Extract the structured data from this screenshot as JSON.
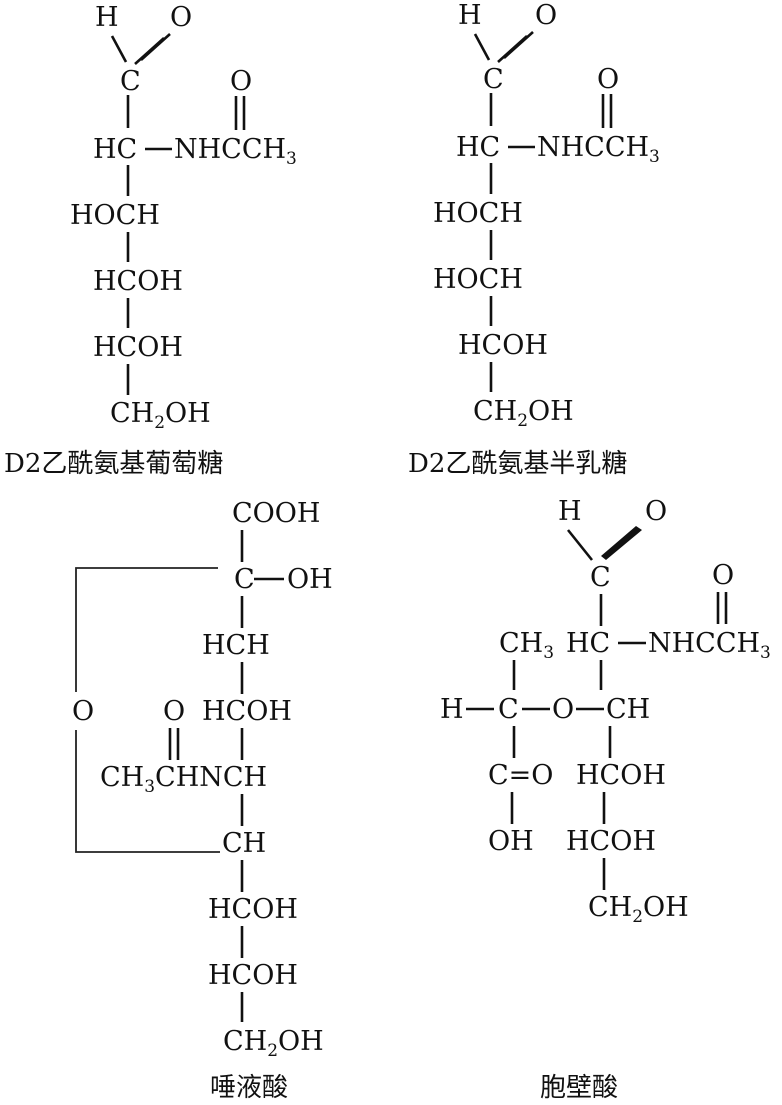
{
  "structures": [
    {
      "caption": "D2乙酰氨基葡萄糖",
      "groups": {
        "aldehyde_h": "H",
        "aldehyde_o": "O",
        "c1": "C",
        "acetyl_o": "O",
        "c2_h": "HC",
        "amide": "NHCCH",
        "amide_sub": "3",
        "c3": "HOCH",
        "c4": "HCOH",
        "c5": "HCOH",
        "c6": "CH",
        "c6_sub": "2",
        "c6_tail": "OH"
      }
    },
    {
      "caption": "D2乙酰氨基半乳糖",
      "groups": {
        "aldehyde_h": "H",
        "aldehyde_o": "O",
        "c1": "C",
        "acetyl_o": "O",
        "c2_h": "HC",
        "amide": "NHCCH",
        "amide_sub": "3",
        "c3": "HOCH",
        "c4": "HOCH",
        "c5": "HCOH",
        "c6": "CH",
        "c6_sub": "2",
        "c6_tail": "OH"
      }
    },
    {
      "caption": "唾液酸",
      "groups": {
        "cooh": "COOH",
        "c2": "C",
        "c2_oh": "OH",
        "c3": "HCH",
        "ring_o": "O",
        "acetyl_o": "O",
        "c4": "HCOH",
        "amide": "CH",
        "amide_sub": "3",
        "amide_tail": "CHNCH",
        "c6": "CH",
        "c7": "HCOH",
        "c8": "HCOH",
        "c9": "CH",
        "c9_sub": "2",
        "c9_tail": "OH"
      }
    },
    {
      "caption": "胞壁酸",
      "groups": {
        "aldehyde_h": "H",
        "aldehyde_o": "O",
        "c1": "C",
        "acetyl_o": "O",
        "methyl": "CH",
        "methyl_sub": "3",
        "c2_h": "HC",
        "amide": "NHCCH",
        "amide_sub": "3",
        "lactyl_h": "H",
        "lactyl_c": "C",
        "ether_o": "O",
        "c3": "CH",
        "carbonyl": "C=O",
        "c4": "HCOH",
        "acid_oh": "OH",
        "c5": "HCOH",
        "c6": "CH",
        "c6_sub": "2",
        "c6_tail": "OH"
      }
    }
  ]
}
